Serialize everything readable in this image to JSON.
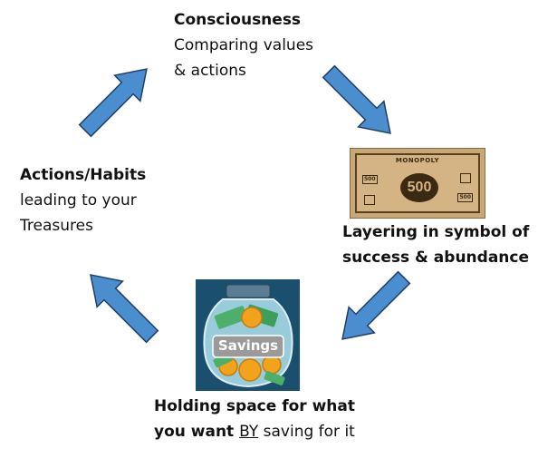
{
  "nodes": {
    "consciousness": {
      "title": "Consciousness",
      "line1": "Comparing values",
      "line2": "& actions"
    },
    "layering": {
      "line1": "Layering in symbol of",
      "line2": "success & abundance"
    },
    "holding": {
      "line1": "Holding space for what",
      "line2_pre": "you want ",
      "line2_underlined": "BY",
      "line2_post": " saving for it"
    },
    "actions": {
      "title": "Actions/Habits",
      "line1": "leading to your",
      "line2": "Treasures"
    }
  },
  "images": {
    "monopoly_bill": {
      "bank_text": "MONOPOLY",
      "amount": "500",
      "corner_value": "500"
    },
    "savings_jar": {
      "label": "Savings"
    }
  },
  "colors": {
    "arrow_fill": "#4a8ed0",
    "arrow_stroke": "#1f3f66",
    "jar_background": "#1b4f6e"
  }
}
